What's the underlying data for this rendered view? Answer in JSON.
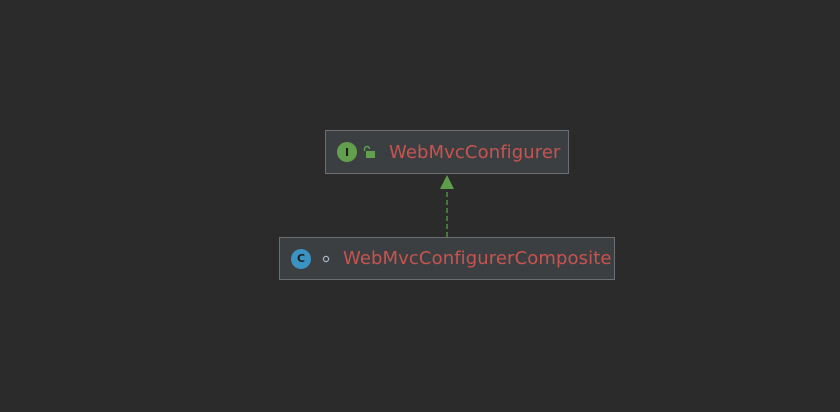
{
  "diagram": {
    "nodes": [
      {
        "id": "interface",
        "kind": "interface",
        "badge": "I",
        "badge_color": "#62a04e",
        "modifier_icon": "unlocked-padlock-icon",
        "name": "WebMvcConfigurer"
      },
      {
        "id": "class",
        "kind": "class",
        "badge": "C",
        "badge_color": "#3a93c2",
        "modifier_icon": "package-private-circle-icon",
        "name": "WebMvcConfigurerComposite"
      }
    ],
    "edges": [
      {
        "from": "WebMvcConfigurerComposite",
        "to": "WebMvcConfigurer",
        "relation": "implements",
        "style": "dashed",
        "color": "#5e9e4a"
      }
    ]
  }
}
